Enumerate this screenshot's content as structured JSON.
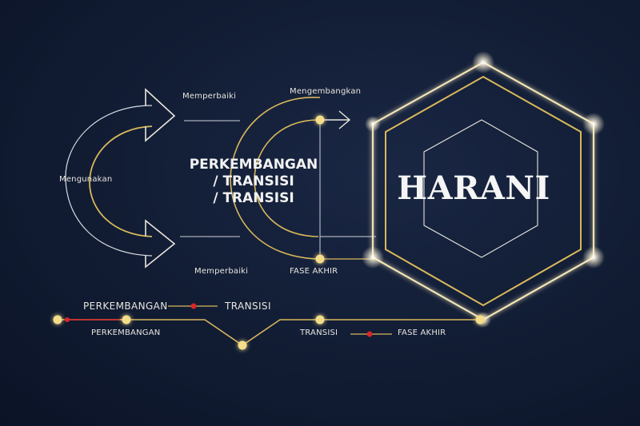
{
  "diagram": {
    "left_cycle": {
      "top_label": "Memperbaiki",
      "side_label": "Mengunakan",
      "bottom_label": "Memperbaiki"
    },
    "middle_cycle": {
      "top_label": "Mengembangkan",
      "bottom_label": "FASE AKHIR"
    },
    "center_title": {
      "line1": "PERKEMBANGAN",
      "line2": "/ TRANSISI",
      "line3": "/ TRANSISI"
    },
    "brand": "HARANI",
    "timeline": {
      "top_label_left": "PERKEMBANGAN",
      "top_label_right": "TRANSISI",
      "bottom_label_left": "PERKEMBANGAN",
      "bottom_label_mid": "TRANSISI",
      "bottom_label_right": "FASE AKHIR"
    },
    "colors": {
      "gold": "#d9b85a",
      "white_line": "#d8dbe3",
      "red": "#d8262b",
      "background": "#111c33"
    }
  }
}
